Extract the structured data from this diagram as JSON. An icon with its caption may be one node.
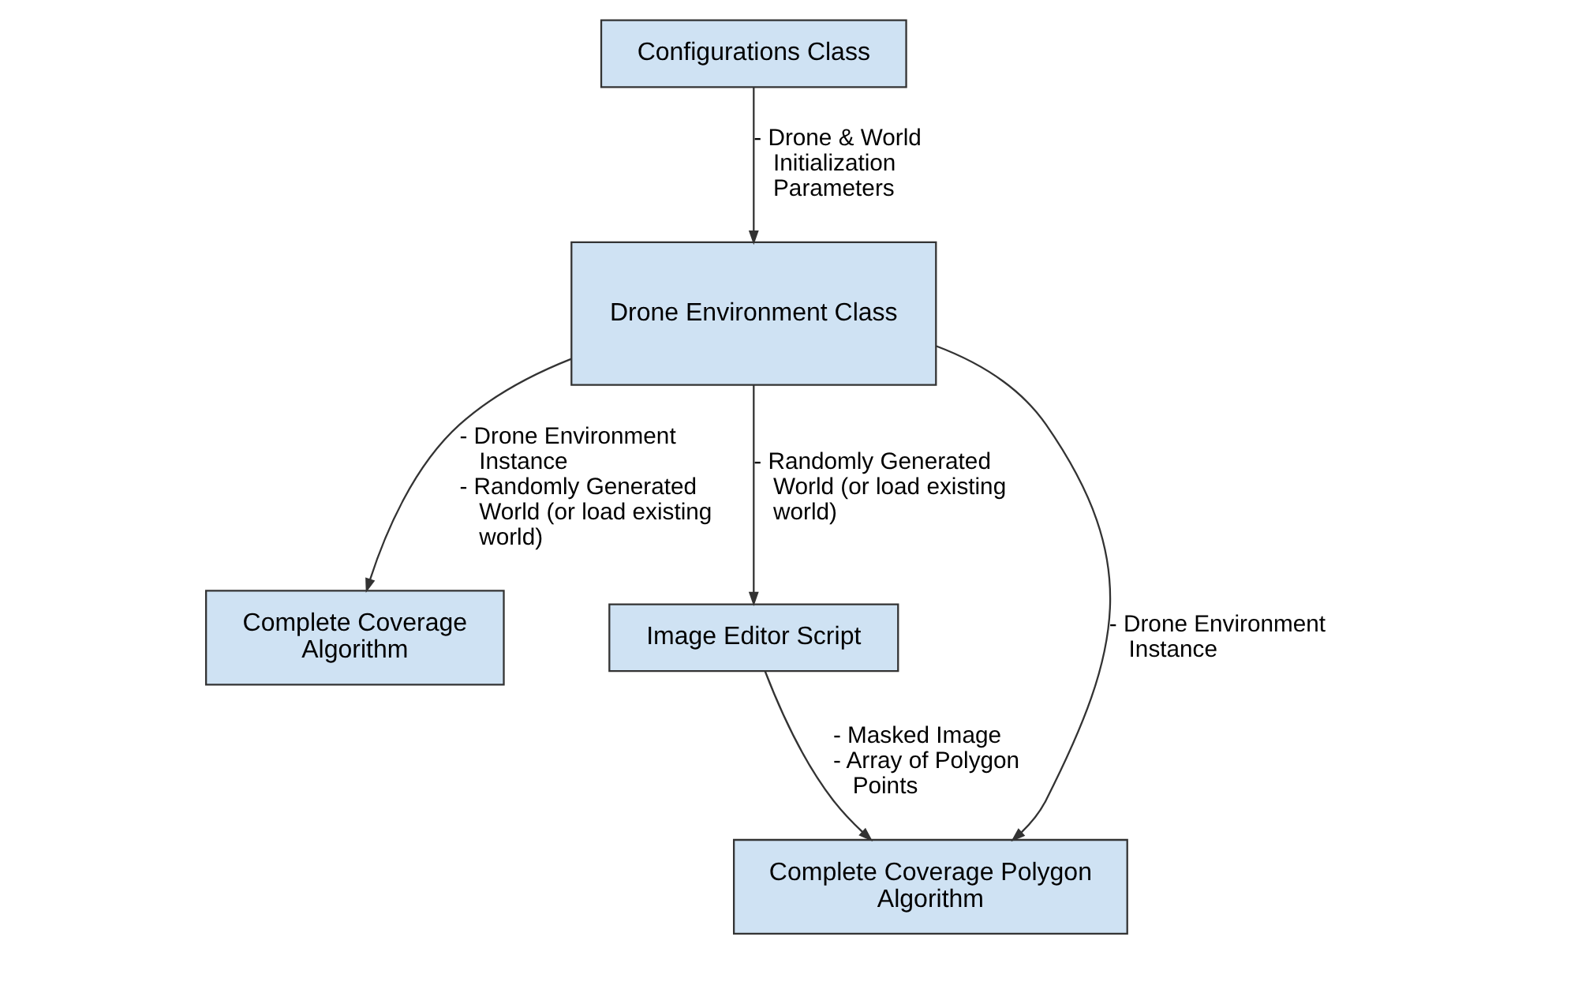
{
  "diagram": {
    "nodes": [
      {
        "text": [
          "Configurations Class"
        ]
      },
      {
        "text": [
          "Drone Environment Class"
        ]
      },
      {
        "text": [
          "Complete Coverage Algorithm"
        ]
      },
      {
        "text": [
          "Image Editor Script"
        ]
      },
      {
        "text": [
          "Complete Coverage Polygon Algorithm"
        ]
      }
    ],
    "edges": [
      {
        "from": 0,
        "to": 1,
        "arrow": "to",
        "label": "- Drone & World Initialization Parameters"
      },
      {
        "from": 1,
        "to": 2,
        "arrow": "to",
        "label": "- Drone Environment Instance\n- Randomly Generated World (or load existing world)"
      },
      {
        "from": 1,
        "to": 4,
        "arrow": "to",
        "label": "- Drone Environment Instance"
      },
      {
        "from": 1,
        "to": 3,
        "arrow": "to",
        "label": "- Randomly Generated World (or load existing world)"
      },
      {
        "from": 3,
        "to": 4,
        "arrow": "to",
        "label": "- Masked Image\n- Array of Polygon Points"
      }
    ]
  }
}
